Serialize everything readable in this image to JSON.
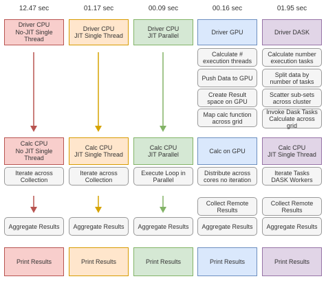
{
  "colors": {
    "red_fill": "#f8cecc",
    "red_stroke": "#b85450",
    "red_arrow": "#b85450",
    "orange_fill": "#ffe6cc",
    "orange_stroke": "#d79b00",
    "orange_arrow": "#d6a300",
    "green_fill": "#d5e8d4",
    "green_stroke": "#82b366",
    "green_arrow": "#82b366",
    "blue_fill": "#dae8fc",
    "blue_stroke": "#6c8ebf",
    "purple_fill": "#e1d5e7",
    "purple_stroke": "#9673a6",
    "step_fill": "#f5f5f5",
    "step_stroke": "#999999"
  },
  "columns": [
    {
      "time": "12.47 sec",
      "driver": "Driver CPU\nNo-JIT Single\nThread",
      "driver_steps": [],
      "calc": "Calc CPU\nNo JIT Single\nThread",
      "calc_steps": [
        "Iterate across\nCollection"
      ],
      "agg_steps": [
        "Aggregate Results"
      ],
      "print": "Print Results"
    },
    {
      "time": "01.17 sec",
      "driver": "Driver CPU\nJIT Single Thread",
      "driver_steps": [],
      "calc": "Calc CPU\nJIT Single Thread",
      "calc_steps": [
        "Iterate across\nCollection"
      ],
      "agg_steps": [
        "Aggregate Results"
      ],
      "print": "Print Results"
    },
    {
      "time": "00.09 sec",
      "driver": "Driver CPU\nJIT Parallel",
      "driver_steps": [],
      "calc": "Calc CPU\nJIT Parallel",
      "calc_steps": [
        "Execute Loop in\nParallel"
      ],
      "agg_steps": [
        "Aggregate Results"
      ],
      "print": "Print Results"
    },
    {
      "time": "00.16 sec",
      "driver": "Driver GPU",
      "driver_steps": [
        "Calculate #\nexecution threads",
        "Push Data to GPU",
        "Create Result\nspace on GPU",
        "Map calc function\nacross grid"
      ],
      "calc": "Calc on GPU",
      "calc_steps": [
        "Distribute across\ncores no iteration"
      ],
      "agg_steps": [
        "Collect Remote\nResults",
        "Aggregate Results"
      ],
      "print": "Print Results"
    },
    {
      "time": "01.95 sec",
      "driver": "Driver DASK",
      "driver_steps": [
        "Calculate number\nexecution tasks",
        "Split data by\nnumber of tasks",
        "Scatter sub-sets\nacross cluster",
        "Invoke Dask Tasks\nCalculate across\ngrid"
      ],
      "calc": "Calc CPU\nJIT Single Thread",
      "calc_steps": [
        "Iterate Tasks\nDASK Workers"
      ],
      "agg_steps": [
        "Collect Remote\nResults",
        "Aggregate Results"
      ],
      "print": "Print Results"
    }
  ]
}
